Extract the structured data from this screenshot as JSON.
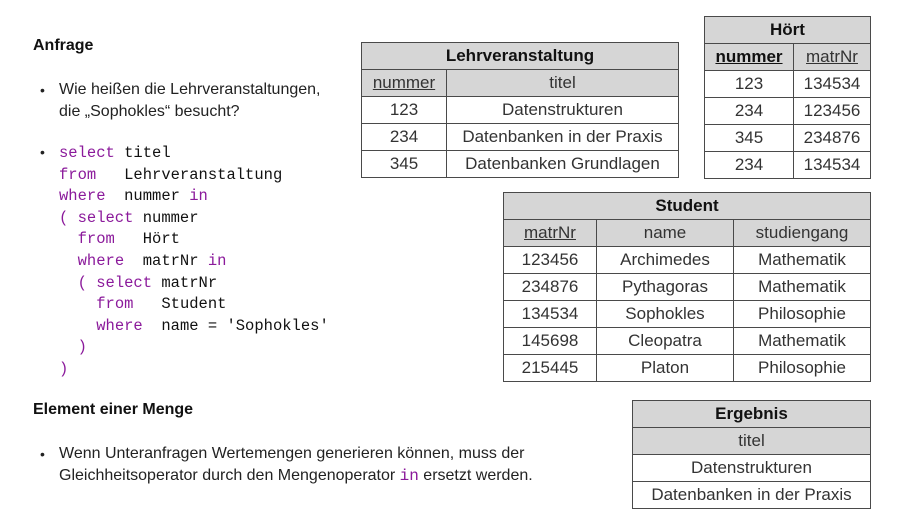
{
  "sections": {
    "anfrage": "Anfrage",
    "menge": "Element einer Menge"
  },
  "bullets": {
    "b1_line1": "Wie heißen die Lehrveranstaltungen,",
    "b1_line2": "die „Sophokles“ besucht?",
    "b3_line1": "Wenn Unteranfragen Wertemengen generieren können, muss der",
    "b3_line2_pre": "Gleichheitsoperator durch den Mengenoperator ",
    "b3_line2_code": "in",
    "b3_line2_post": " ersetzt werden."
  },
  "query": {
    "l1_kw": "select",
    "l1_rest": " titel",
    "l2_kw": "from",
    "l2_rest": "   Lehrveranstaltung",
    "l3_kw": "where",
    "l3_mid": "  nummer ",
    "l3_kw2": "in",
    "l4_kw": "( select",
    "l4_rest": " nummer",
    "l5_kw": "from",
    "l5_rest": "   Hört",
    "l6_kw": "where",
    "l6_mid": "  matrNr ",
    "l6_kw2": "in",
    "l7_kw": "( select",
    "l7_rest": " matrNr",
    "l8_kw": "from",
    "l8_rest": "   Student",
    "l9_kw": "where",
    "l9_rest": "  name = 'Sophokles'",
    "l10": ")",
    "l11": ")"
  },
  "lehrveranstaltung": {
    "title": "Lehrveranstaltung",
    "cols": [
      "nummer",
      "titel"
    ],
    "rows": [
      [
        "123",
        "Datenstrukturen"
      ],
      [
        "234",
        "Datenbanken in der Praxis"
      ],
      [
        "345",
        "Datenbanken Grundlagen"
      ]
    ]
  },
  "hoert": {
    "title": "Hört",
    "cols": [
      "nummer",
      "matrNr"
    ],
    "rows": [
      [
        "123",
        "134534"
      ],
      [
        "234",
        "123456"
      ],
      [
        "345",
        "234876"
      ],
      [
        "234",
        "134534"
      ]
    ]
  },
  "student": {
    "title": "Student",
    "cols": [
      "matrNr",
      "name",
      "studiengang"
    ],
    "rows": [
      [
        "123456",
        "Archimedes",
        "Mathematik"
      ],
      [
        "234876",
        "Pythagoras",
        "Mathematik"
      ],
      [
        "134534",
        "Sophokles",
        "Philosophie"
      ],
      [
        "145698",
        "Cleopatra",
        "Mathematik"
      ],
      [
        "215445",
        "Platon",
        "Philosophie"
      ]
    ]
  },
  "ergebnis": {
    "title": "Ergebnis",
    "cols": [
      "titel"
    ],
    "rows": [
      [
        "Datenstrukturen"
      ],
      [
        "Datenbanken in der Praxis"
      ]
    ]
  }
}
